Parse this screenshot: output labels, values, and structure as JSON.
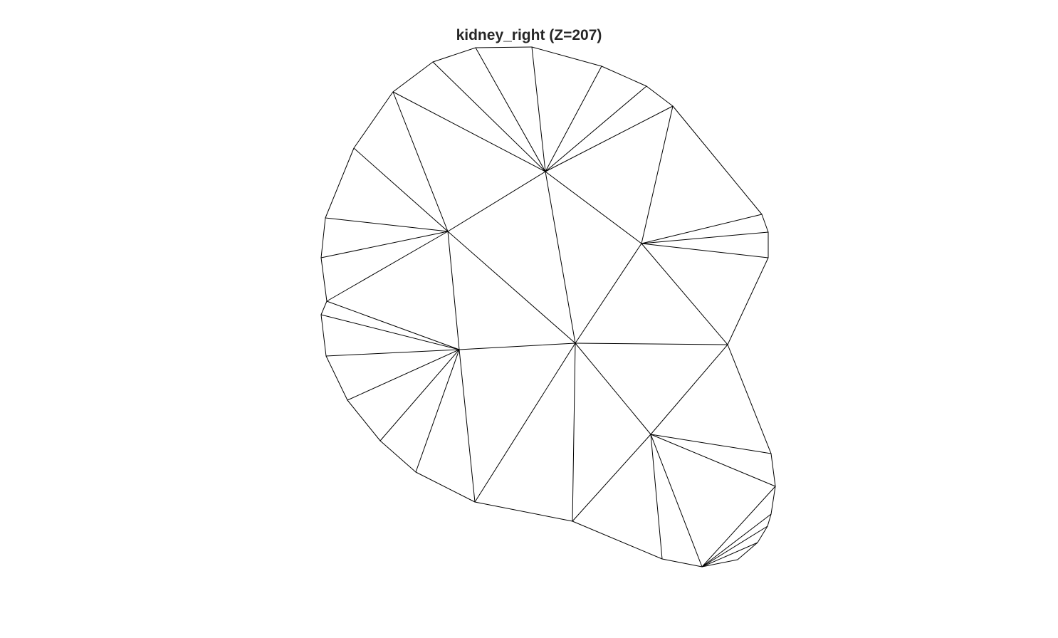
{
  "figure": {
    "title": "kidney_right (Z=207)",
    "background": "#ffffff",
    "line_color": "#000000",
    "title_color": "#262626"
  },
  "chart_data": {
    "type": "mesh",
    "title": "kidney_right (Z=207)",
    "xlim": [
      445,
      1095
    ],
    "ylim": [
      60,
      805
    ],
    "y_inverted": true,
    "vertices": [
      [
        608,
        87
      ],
      [
        668,
        67
      ],
      [
        747,
        66
      ],
      [
        845,
        93
      ],
      [
        908,
        121
      ],
      [
        945,
        149
      ],
      [
        1070,
        301
      ],
      [
        1079,
        326
      ],
      [
        1079,
        362
      ],
      [
        1022,
        484
      ],
      [
        1083,
        637
      ],
      [
        1089,
        683
      ],
      [
        1083,
        722
      ],
      [
        1078,
        739
      ],
      [
        1064,
        762
      ],
      [
        1036,
        786
      ],
      [
        986,
        796
      ],
      [
        930,
        785
      ],
      [
        804,
        732
      ],
      [
        667,
        705
      ],
      [
        584,
        663
      ],
      [
        534,
        619
      ],
      [
        488,
        562
      ],
      [
        458,
        500
      ],
      [
        451,
        442
      ],
      [
        459,
        423
      ],
      [
        451,
        362
      ],
      [
        457,
        306
      ],
      [
        497,
        208
      ],
      [
        552,
        129
      ],
      [
        766,
        241
      ],
      [
        629,
        325
      ],
      [
        901,
        342
      ],
      [
        645,
        491
      ],
      [
        808,
        482
      ],
      [
        914,
        610
      ]
    ],
    "edges": [
      [
        0,
        1
      ],
      [
        1,
        2
      ],
      [
        2,
        3
      ],
      [
        3,
        4
      ],
      [
        4,
        5
      ],
      [
        5,
        6
      ],
      [
        6,
        7
      ],
      [
        7,
        8
      ],
      [
        8,
        9
      ],
      [
        9,
        10
      ],
      [
        10,
        11
      ],
      [
        11,
        12
      ],
      [
        12,
        13
      ],
      [
        13,
        14
      ],
      [
        14,
        15
      ],
      [
        15,
        16
      ],
      [
        16,
        17
      ],
      [
        17,
        18
      ],
      [
        18,
        19
      ],
      [
        19,
        20
      ],
      [
        20,
        21
      ],
      [
        21,
        22
      ],
      [
        22,
        23
      ],
      [
        23,
        24
      ],
      [
        24,
        25
      ],
      [
        25,
        26
      ],
      [
        26,
        27
      ],
      [
        27,
        28
      ],
      [
        28,
        29
      ],
      [
        29,
        0
      ],
      [
        30,
        0
      ],
      [
        30,
        1
      ],
      [
        30,
        2
      ],
      [
        30,
        3
      ],
      [
        30,
        4
      ],
      [
        30,
        5
      ],
      [
        30,
        29
      ],
      [
        30,
        31
      ],
      [
        30,
        32
      ],
      [
        30,
        34
      ],
      [
        31,
        29
      ],
      [
        31,
        28
      ],
      [
        31,
        27
      ],
      [
        31,
        26
      ],
      [
        31,
        25
      ],
      [
        31,
        33
      ],
      [
        31,
        34
      ],
      [
        32,
        5
      ],
      [
        32,
        6
      ],
      [
        32,
        7
      ],
      [
        32,
        8
      ],
      [
        32,
        9
      ],
      [
        32,
        34
      ],
      [
        33,
        25
      ],
      [
        33,
        24
      ],
      [
        33,
        23
      ],
      [
        33,
        22
      ],
      [
        33,
        21
      ],
      [
        33,
        20
      ],
      [
        33,
        19
      ],
      [
        33,
        34
      ],
      [
        34,
        9
      ],
      [
        34,
        35
      ],
      [
        34,
        18
      ],
      [
        34,
        19
      ],
      [
        35,
        9
      ],
      [
        35,
        10
      ],
      [
        35,
        11
      ],
      [
        35,
        16
      ],
      [
        35,
        17
      ],
      [
        35,
        18
      ],
      [
        16,
        11
      ],
      [
        16,
        12
      ],
      [
        16,
        13
      ],
      [
        16,
        14
      ]
    ]
  }
}
